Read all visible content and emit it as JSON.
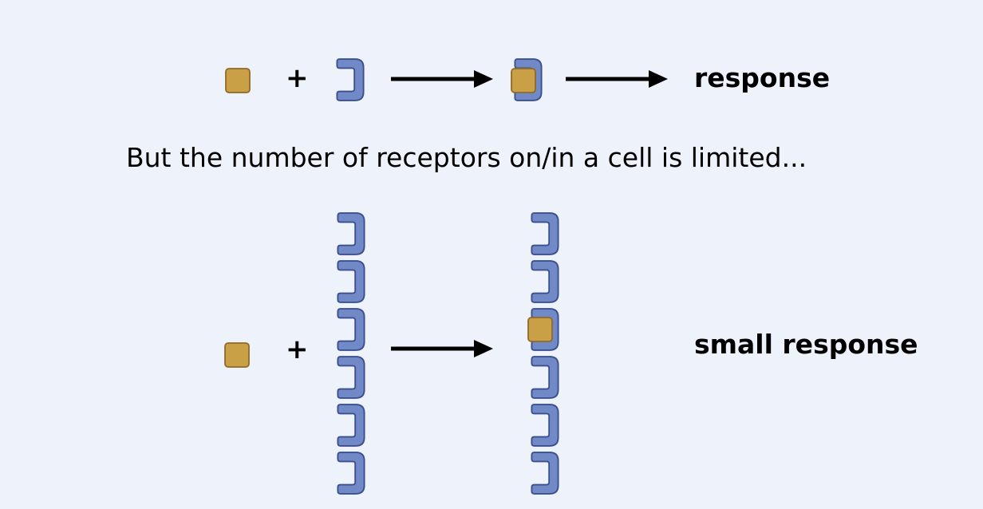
{
  "top_row": {
    "plus": "+",
    "response": "response"
  },
  "caption": "But the number of receptors on/in a cell is limited...",
  "bottom_row": {
    "plus": "+",
    "response": "small response"
  },
  "colors": {
    "background": "#eef2fa",
    "ligand_fill": "#c9a046",
    "ligand_stroke": "#8f6a28",
    "receptor_fill": "#7289c8",
    "receptor_stroke": "#3b4f8f",
    "arrow": "#000000"
  }
}
